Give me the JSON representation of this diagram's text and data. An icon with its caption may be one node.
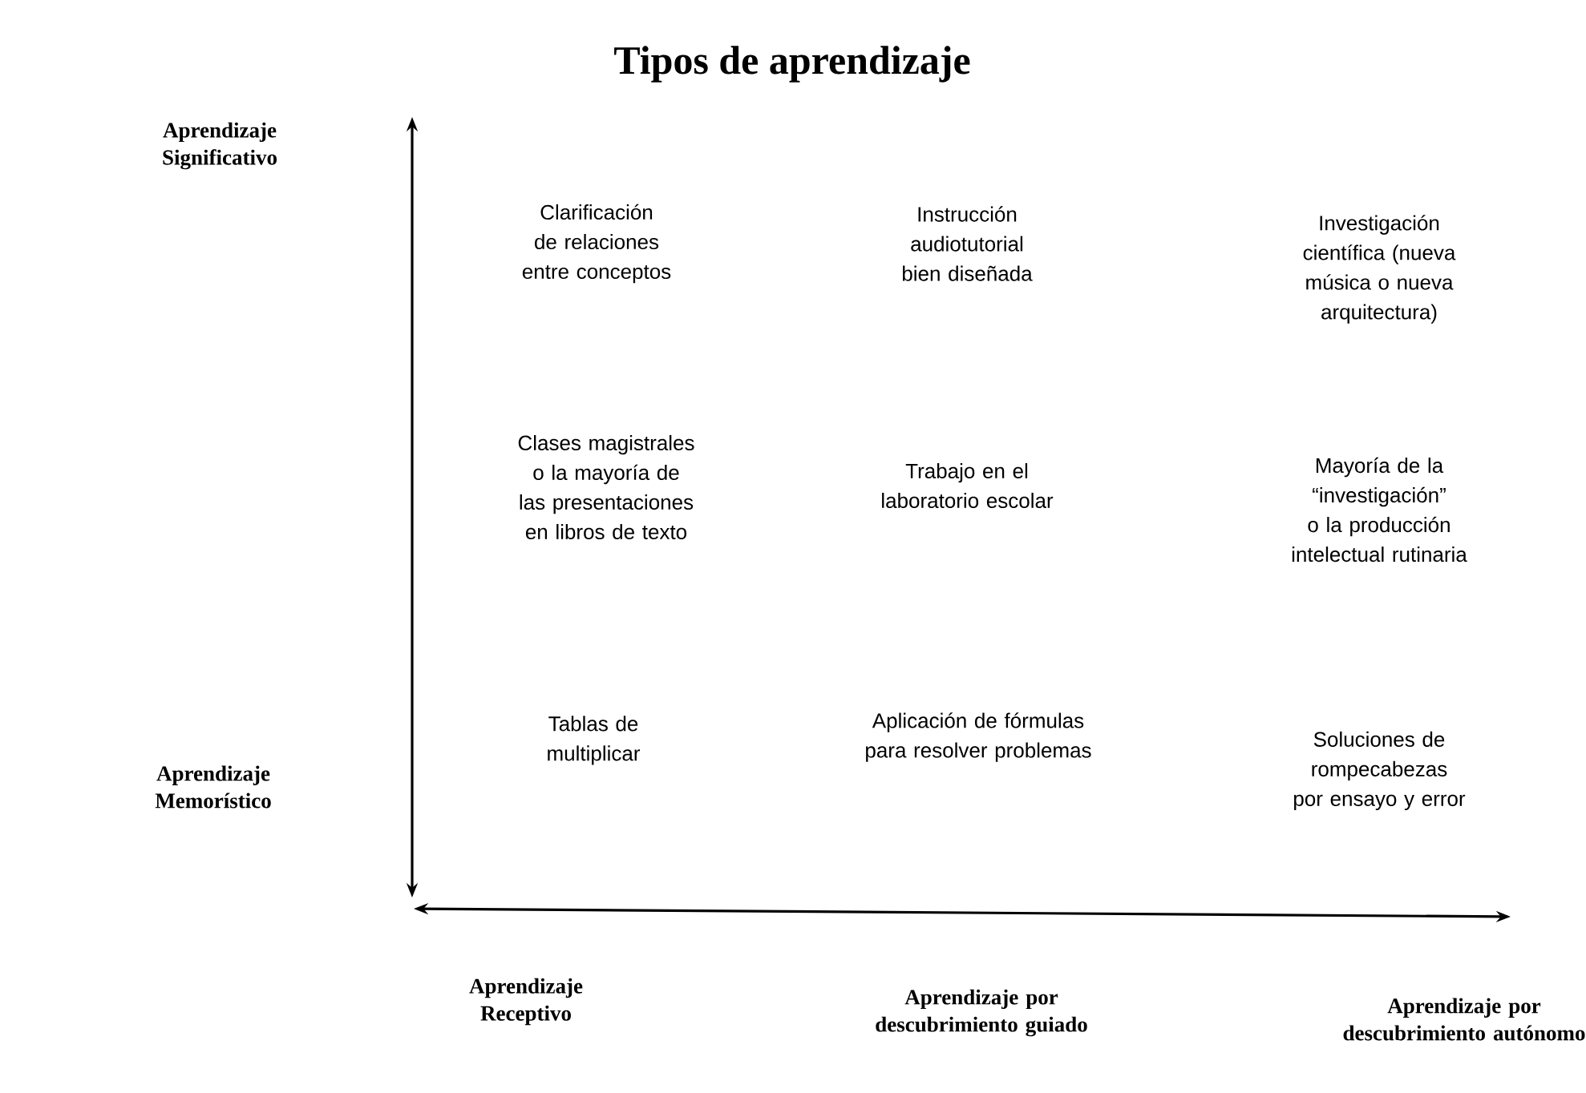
{
  "diagram": {
    "title": "Tipos de aprendizaje",
    "labels": [
      "Aprendizaje Significativo",
      "Clarificación de relaciones entre conceptos",
      "Instrucción audiotutorial bien diseñada",
      "Investigación científica (nueva música o nueva arquitectura)",
      "Clases magistrales o la mayoría de las presentaciones en libros de texto",
      "Trabajo en el laboratorio escolar",
      "Mayoría de la “investigación” o la producción intelectual rutinaria",
      "Tablas de multiplicar",
      "Aplicación de fórmulas para resolver problemas",
      "Soluciones de rompecabezas por ensayo y error",
      "Aprendizaje Memorístico",
      "Aprendizaje Receptivo",
      "Aprendizaje por descubrimiento guiado",
      "Aprendizaje por descubrimiento autónomo"
    ]
  }
}
